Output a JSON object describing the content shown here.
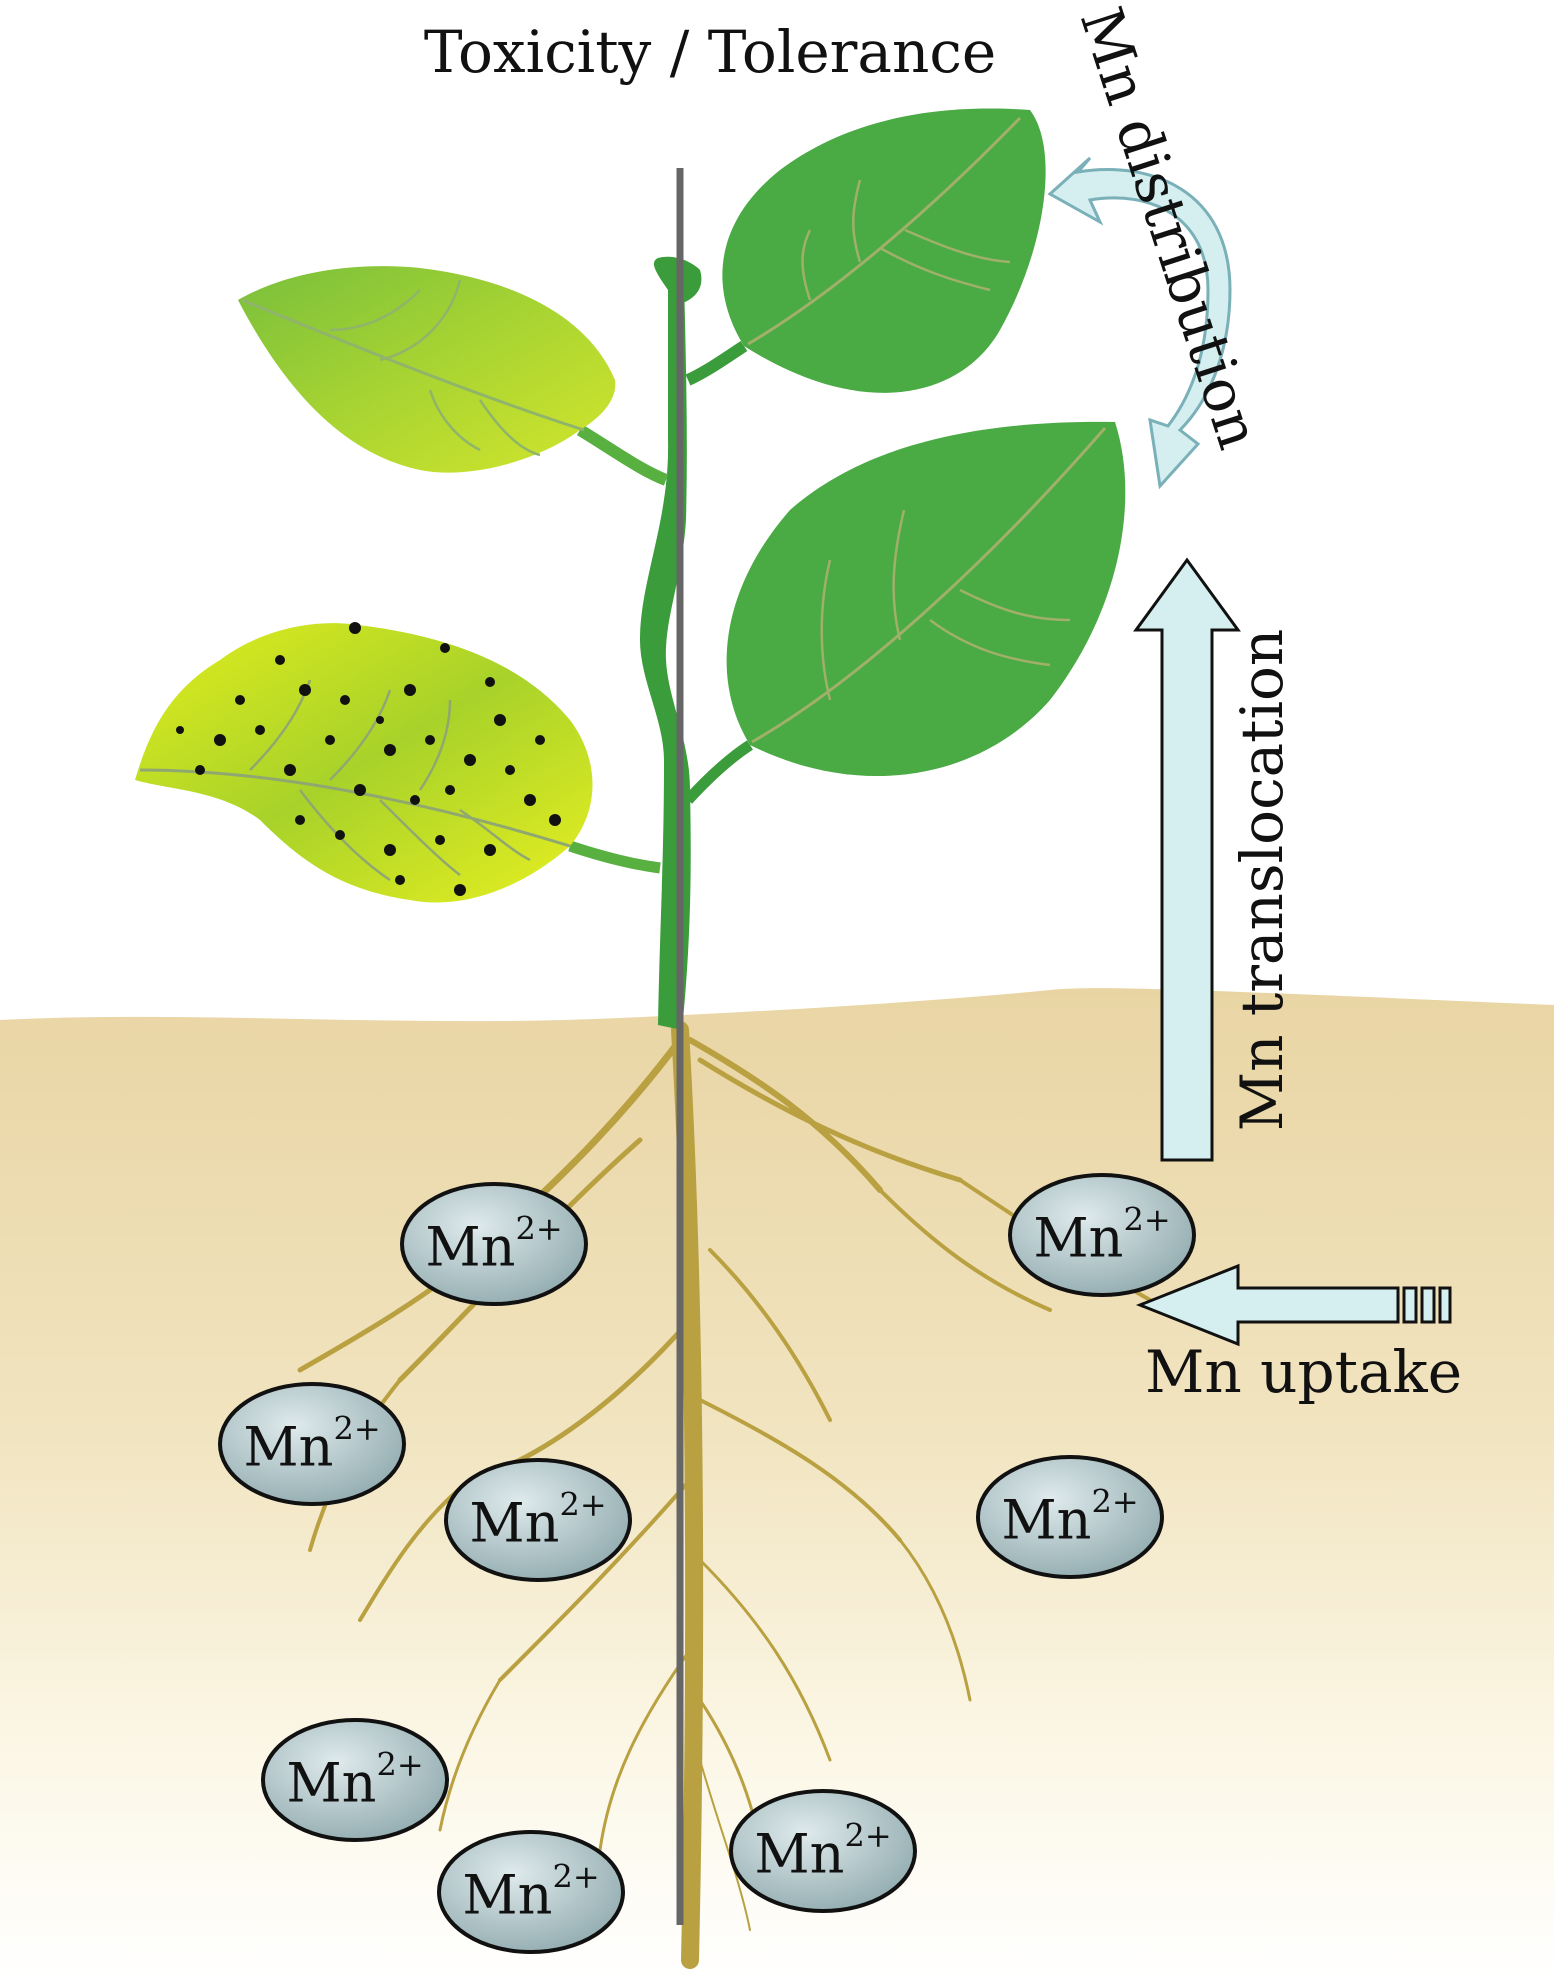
{
  "title": "Toxicity / Tolerance",
  "labels": {
    "distribution": "Mn distribution",
    "translocation": "Mn translocation",
    "uptake": "Mn uptake"
  },
  "ion": {
    "symbol": "Mn",
    "charge": "2+"
  },
  "icons": [
    "leaf-icon",
    "root-icon",
    "manganese-ion-icon",
    "curved-arrow-icon",
    "up-arrow-icon",
    "left-arrow-icon"
  ],
  "colors": {
    "leaf_healthy": "#4aaa44",
    "leaf_chlorotic": "#b8dc30",
    "leaf_toxic": "#e8f020",
    "stem": "#3a9c3a",
    "root": "#b9a040",
    "soil": "#ead8a8",
    "arrow": "#d5eef0",
    "ion_fill": "#9eb6ba",
    "divider": "#666666"
  }
}
